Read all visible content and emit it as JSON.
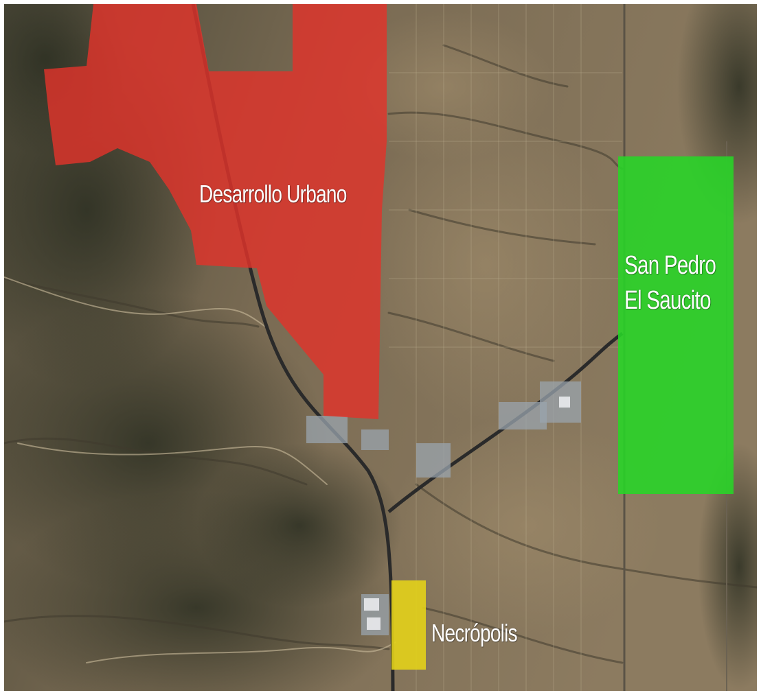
{
  "labels": {
    "urban_development": "Desarrollo Urbano",
    "san_pedro_line1": "San Pedro",
    "san_pedro_line2": "El Saucito",
    "necropolis": "Necrópolis"
  },
  "colors": {
    "urban_zone": "#e0332b",
    "san_pedro_zone": "#27d627",
    "necropolis_zone": "#e3d21a",
    "terrain_base": "#7d6d54",
    "terrain_dark": "#3c3a2c",
    "road": "#2a2a2a",
    "label_text": "#ffffff"
  }
}
